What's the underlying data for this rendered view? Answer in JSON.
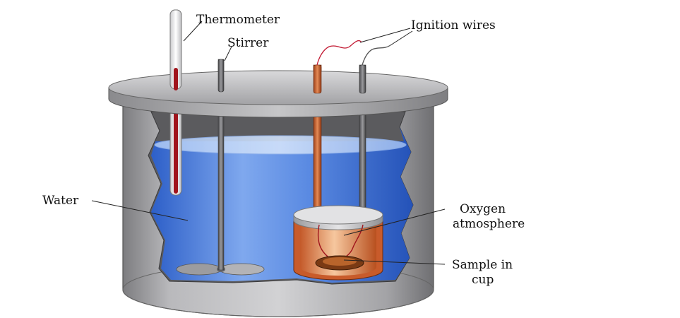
{
  "labels": {
    "thermometer": "Thermometer",
    "stirrer": "Stirrer",
    "ignition_wires": "Ignition wires",
    "water": "Water",
    "oxygen_line1": "Oxygen",
    "oxygen_line2": "atmosphere",
    "sample_line1": "Sample in",
    "sample_line2": "cup"
  },
  "colors": {
    "water": "#3f78d8",
    "vessel": "#a9a9ab",
    "thermometer_fluid": "#a0141c",
    "copper": "#c8612e",
    "background": "#ffffff"
  }
}
